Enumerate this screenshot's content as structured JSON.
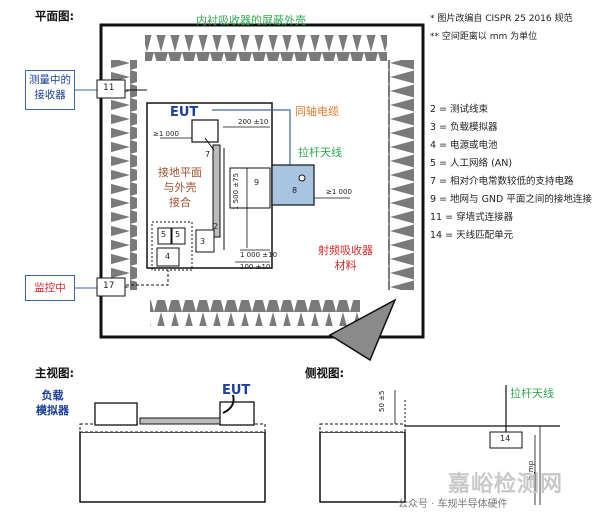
{
  "plan": {
    "heading": "平面图:",
    "shield_label": "内衬吸收器的屏蔽外壳",
    "coax_label": "同轴电缆",
    "rod_label": "拉杆天线",
    "gnd_label": "接地平面\n与外壳\n接合",
    "absorber_label": "射频吸收器\n材料",
    "eut": "EUT",
    "receiver_label": "测量中的\n接收器",
    "monitor_label": "监控中",
    "num_11": "11",
    "num_17": "17",
    "num_7": "7",
    "num_9": "9",
    "num_8": "8",
    "num_5a": "5",
    "num_5b": "5",
    "num_2": "2",
    "num_3": "3",
    "num_4": "4",
    "dim_ge1000_top": "≥1 000",
    "dim_200": "200 ±10",
    "dim_ge1000_right": "≥1 000",
    "dim_1500": "1 500 ±75",
    "dim_1000": "1 000 ±10",
    "dim_100": "100 ±10"
  },
  "notes": {
    "n1": "* 图片改编自 CISPR 25 2016 规范",
    "n2": "** 空间距离以 mm 为单位"
  },
  "legend": [
    "2 = 测试线束",
    "3 = 负载模拟器",
    "4 = 电源或电池",
    "5 = 人工网络 (AN)",
    "7 = 相对介电常数较低的支持电路",
    "9 = 地网与 GND 平面之间的接地连接",
    "11 = 穿墙式连接器",
    "14 = 天线匹配单元"
  ],
  "front": {
    "heading": "主视图:",
    "load_label": "负载\n模拟器",
    "eut": "EUT"
  },
  "side": {
    "heading": "侧视图:",
    "rod_label": "拉杆天线",
    "dim_50": "50 ±5",
    "num_14": "14",
    "dim_mp": "h_mp"
  },
  "watermark": {
    "site": "嘉峪检测网",
    "account": "公众号 · 车规半导体硬件"
  },
  "colors": {
    "blue_outline": "#3a6aa0",
    "antenna_box": "#a9c4e0",
    "green_text": "#2fa84f",
    "orange_text": "#e07b2a",
    "red_text": "#d42a2a"
  }
}
